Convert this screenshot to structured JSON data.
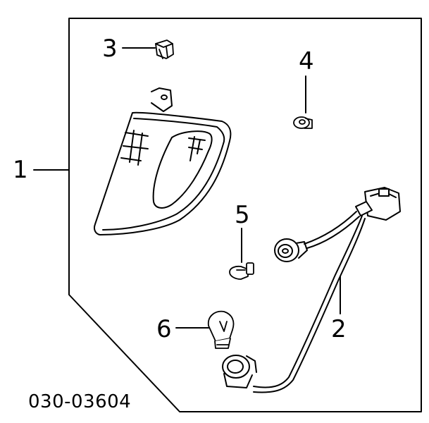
{
  "callouts": {
    "c1": "1",
    "c2": "2",
    "c3": "3",
    "c4": "4",
    "c5": "5",
    "c6": "6"
  },
  "part_code": "030-03604",
  "colors": {
    "line": "#000000",
    "background": "#ffffff"
  }
}
